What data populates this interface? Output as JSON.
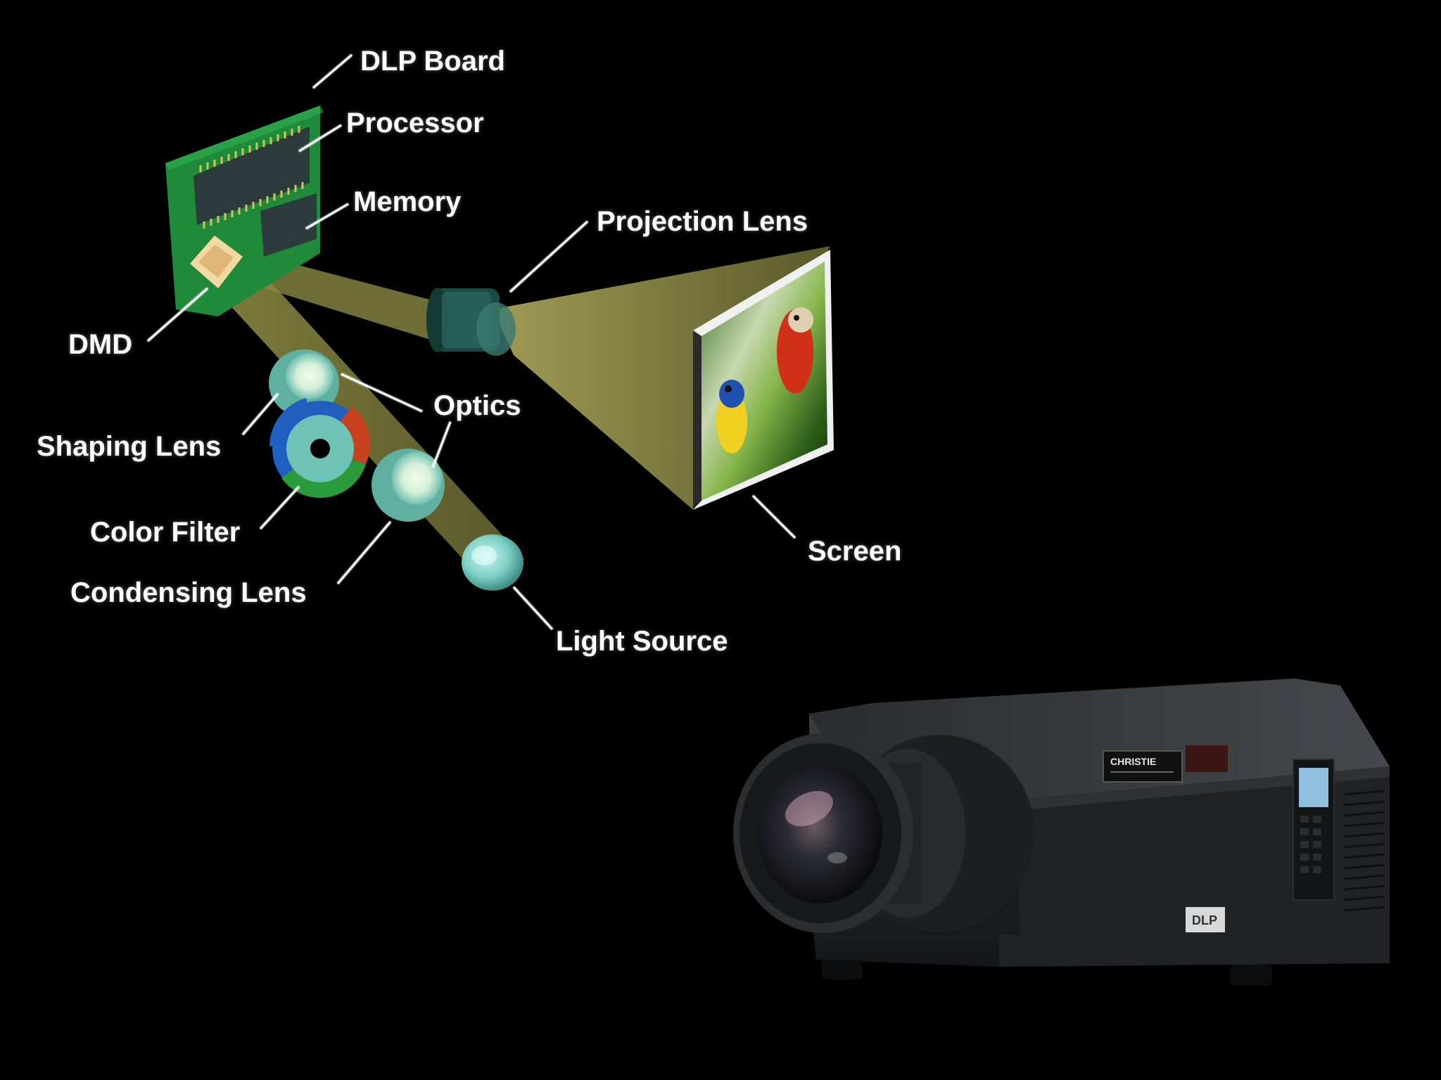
{
  "diagram": {
    "labels": {
      "dlp_board": "DLP Board",
      "processor": "Processor",
      "memory": "Memory",
      "projection_lens": "Projection Lens",
      "dmd": "DMD",
      "optics": "Optics",
      "shaping_lens": "Shaping Lens",
      "color_filter": "Color Filter",
      "condensing_lens": "Condensing Lens",
      "screen": "Screen",
      "light_source": "Light Source"
    }
  },
  "projector": {
    "brand": "CHRISTIE",
    "badge": "DLP"
  },
  "colors": {
    "background": "#000000",
    "board_green": "#1e8a3a",
    "beam_olive": "#7c7a3a",
    "lens_cyan": "#8fd6c8",
    "filter_blue": "#1f5fc0",
    "filter_red": "#c8401e",
    "filter_green": "#2a9a3a"
  }
}
